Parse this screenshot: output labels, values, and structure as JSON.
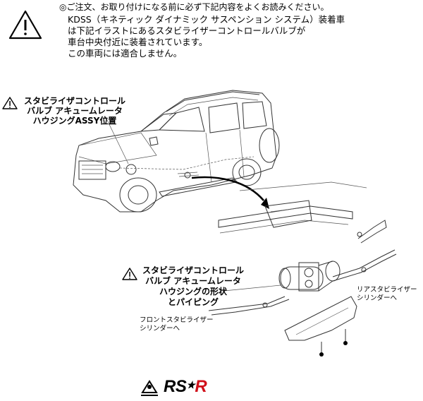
{
  "notice": {
    "heading": "◎ご注文、お取り付けになる前に必ず下記内容をよくお読みください。",
    "body": "KDSS（キネティック ダイナミック サスペンション システム）装着車\nは下記イラストにあるスタビライザーコントロールバルブが\n車台中央付近に装着されています。\nこの車両には適合しません。"
  },
  "illustration": {
    "label_position": "スタビライザコントロール\nバルブ アキュームレータ\nハウジングASSY位置",
    "label_shape": "スタビライザコントロール\nバルブ アキュームレータ\nハウジングの形状\nとパイピング",
    "label_rear": "リアスタビライザー\nシリンダーへ",
    "label_front": "フロントスタビライザー\nシリンダーへ"
  },
  "brand": {
    "prefix": "RS",
    "star": "★",
    "suffix": "R"
  },
  "icons": [
    "warning-icon",
    "warning-icon",
    "warning-icon",
    "rsr-logo-icon"
  ]
}
